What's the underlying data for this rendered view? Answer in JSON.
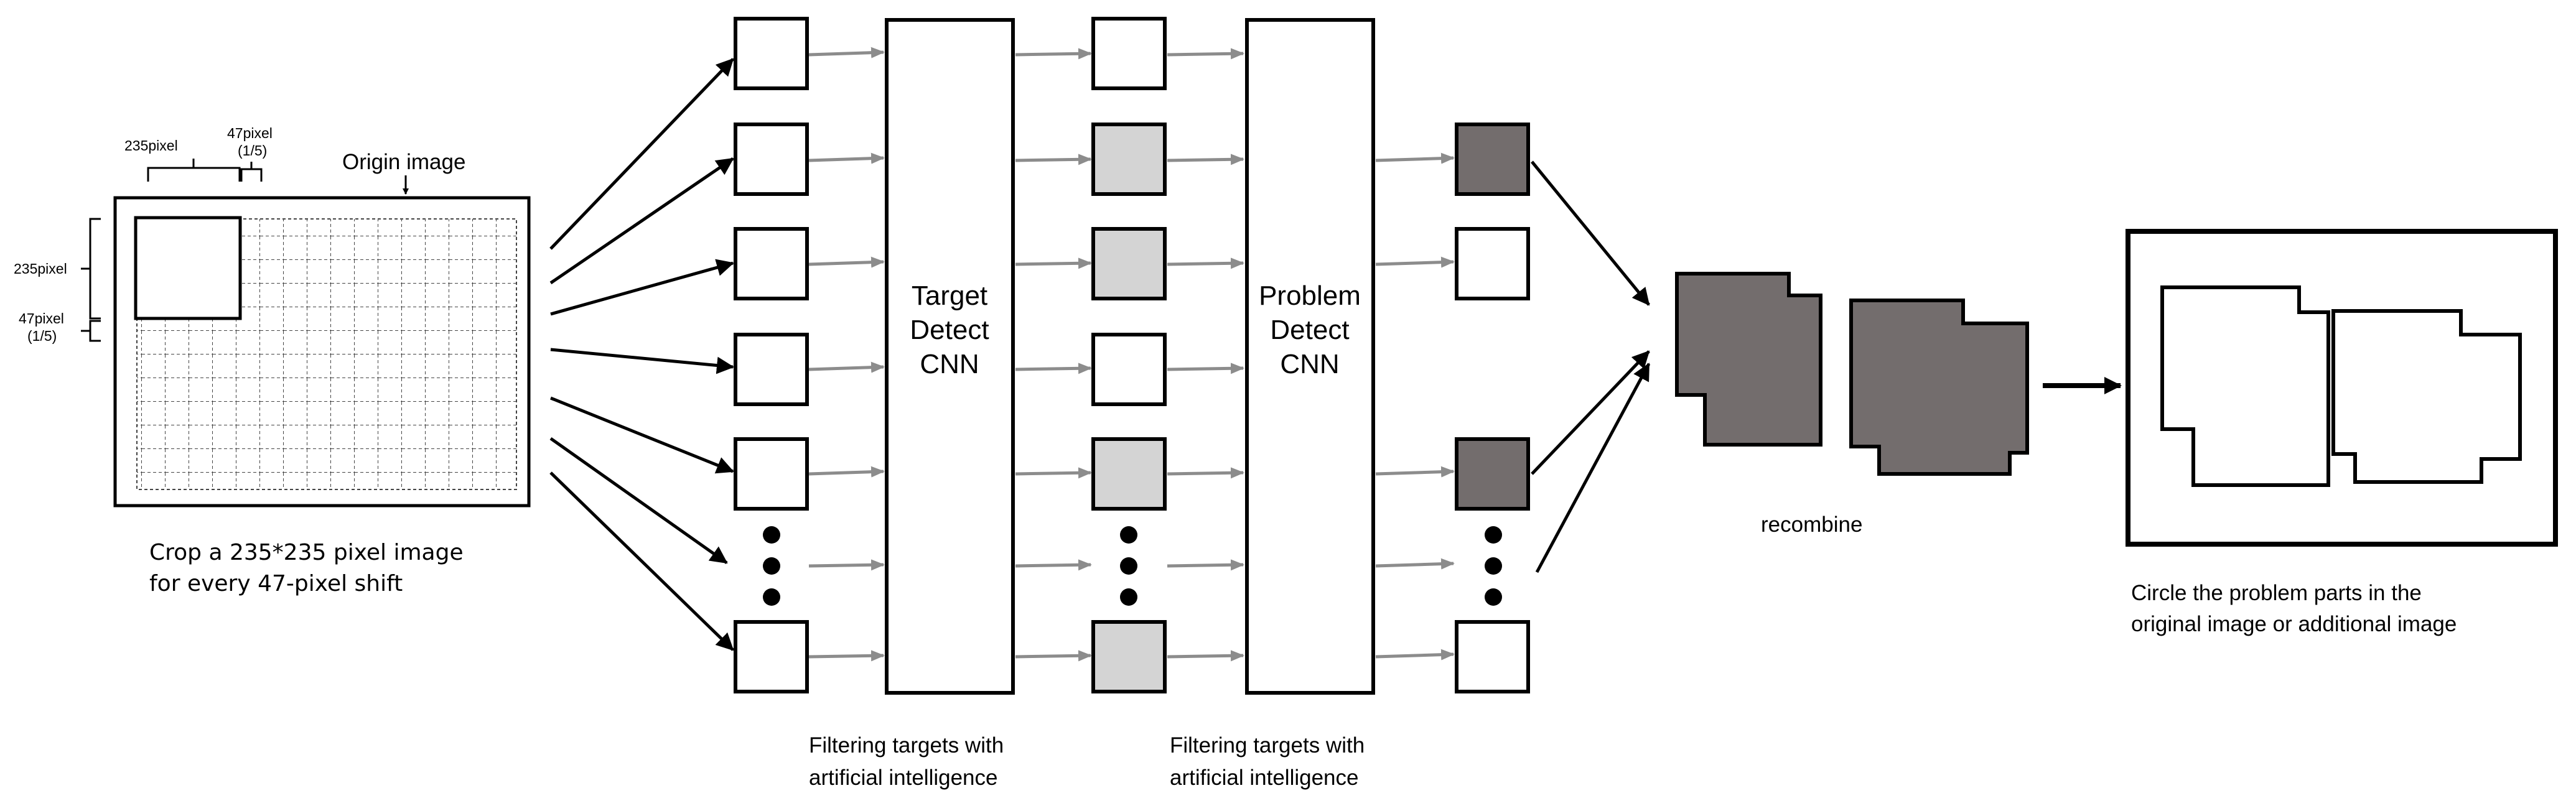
{
  "origin_image": {
    "title": "Origin image",
    "label_235_top": "235pixel",
    "label_47_top": "47pixel",
    "label_47_top_frac": "(1/5)",
    "label_235_left": "235pixel",
    "label_47_left": "47pixel",
    "label_47_left_frac": "(1/5)"
  },
  "crop_caption": {
    "line1": "Crop a 235*235 pixel image",
    "line2": "for every 47-pixel shift"
  },
  "target_cnn": {
    "line1": "Target",
    "line2": "Detect",
    "line3": "CNN"
  },
  "problem_cnn": {
    "line1": "Problem",
    "line2": "Detect",
    "line3": "CNN"
  },
  "filter_caption_1": {
    "line1": "Filtering targets with",
    "line2": "artificial intelligence"
  },
  "filter_caption_2": {
    "line1": "Filtering targets with",
    "line2": "artificial intelligence"
  },
  "recombine": "recombine",
  "result_caption": {
    "line1": "Circle the problem parts in the",
    "line2": "original image or additional image"
  },
  "colors": {
    "problem_fill": "#736d6d",
    "target_fill": "#d4d4d4",
    "arrow_gray": "#8c8c8c",
    "line": "#000000"
  }
}
